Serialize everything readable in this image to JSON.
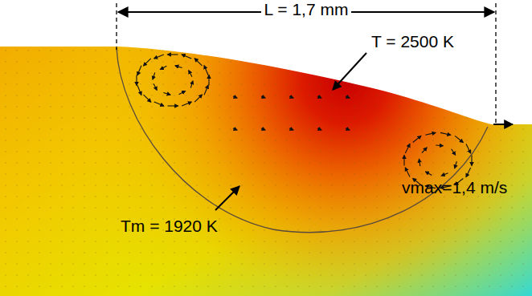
{
  "diagram": {
    "labels": [
      "L = 1,7 mm",
      "T = 2500 K",
      "Tm = 1920 K",
      "vmax=1,4 m/s"
    ]
  }
}
